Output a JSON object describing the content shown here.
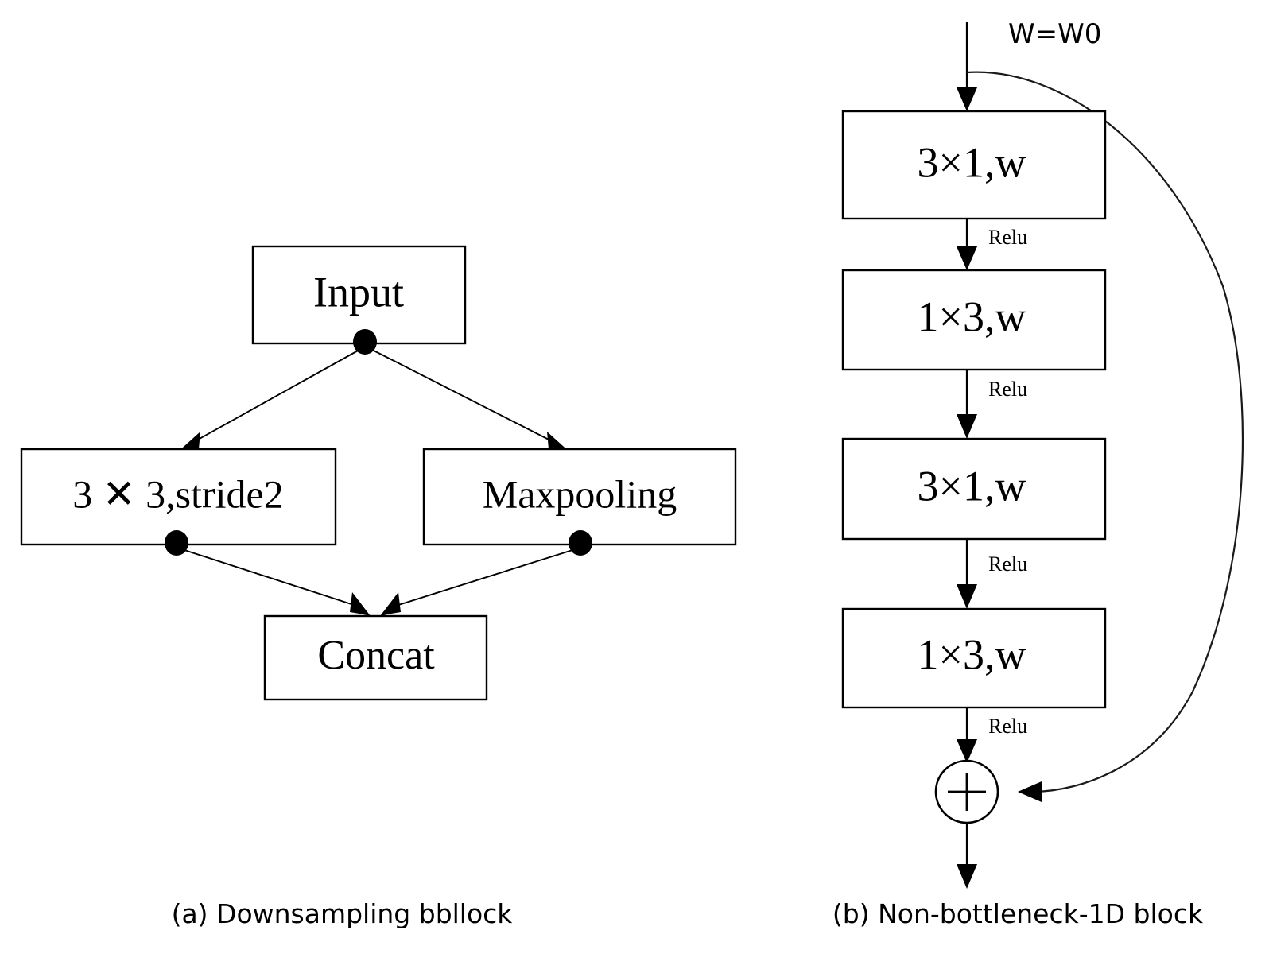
{
  "figure": {
    "background": "#ffffff",
    "stroke_color": "#000000"
  },
  "panel_a": {
    "caption": "(a)  Downsampling bbllock",
    "nodes": {
      "input": "Input",
      "conv_stride": "3 ✕  3,stride2",
      "maxpool": "Maxpooling",
      "concat": "Concat"
    }
  },
  "panel_b": {
    "caption": "(b)   Non-bottleneck-1D block",
    "input_label": "W=W0",
    "blocks": [
      {
        "label": "3×1,w"
      },
      {
        "label": "1×3,w"
      },
      {
        "label": "3×1,w"
      },
      {
        "label": "1×3,w"
      }
    ],
    "edge_labels": [
      "Relu",
      "Relu",
      "Relu",
      "Relu"
    ],
    "sum_symbol": "+"
  }
}
